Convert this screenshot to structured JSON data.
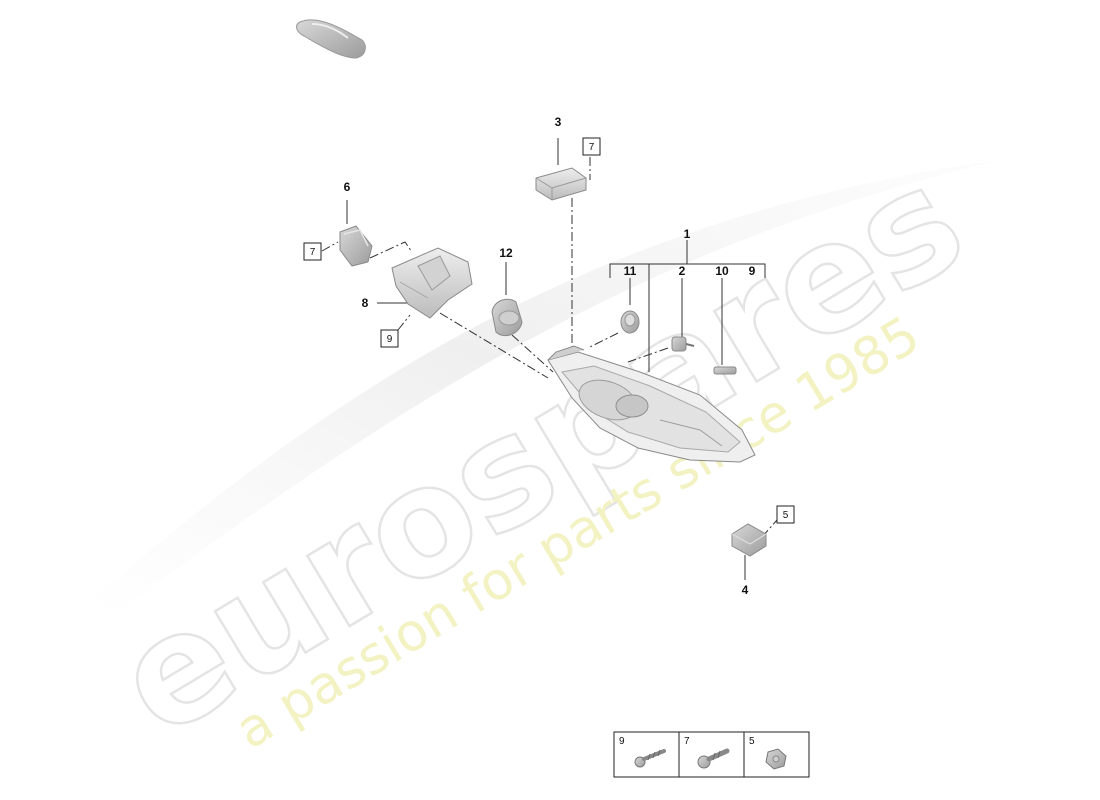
{
  "watermark": {
    "brand": "eurospares",
    "tagline": "a passion for parts since 1985"
  },
  "callouts": {
    "c1": "1",
    "c2": "2",
    "c3": "3",
    "c4": "4",
    "c6": "6",
    "c8": "8",
    "c9": "9",
    "c10": "10",
    "c11": "11",
    "c12": "12"
  },
  "boxed_refs": {
    "b3": "7",
    "b6": "7",
    "b8": "9",
    "b4": "5"
  },
  "legend": [
    {
      "ref": "9",
      "part": "screw"
    },
    {
      "ref": "7",
      "part": "screw"
    },
    {
      "ref": "5",
      "part": "nut"
    }
  ]
}
